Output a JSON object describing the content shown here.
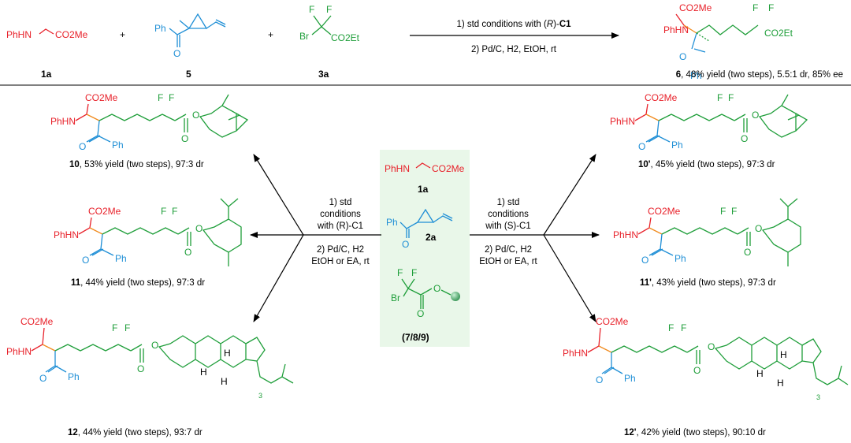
{
  "colors": {
    "red": "#e8212a",
    "blue": "#1f8fd6",
    "green": "#1f9e3a",
    "orange": "#f08a1c",
    "panel": "#e9f7e9",
    "ball": "#4caf6e"
  },
  "top": {
    "labels": {
      "phhn": "PhHN",
      "co2me": "CO2Me",
      "ph": "Ph",
      "o": "O",
      "br": "Br",
      "f": "F",
      "co2et": "CO2Et",
      "plus1": "+",
      "plus2": "+"
    },
    "reagents": [
      {
        "id": "1a"
      },
      {
        "id": "5"
      },
      {
        "id": "3a"
      }
    ],
    "cond1_pre": "1) std conditions with (",
    "cond1_r": "R",
    "cond1_mid": ")-",
    "cond1_cat": "C1",
    "cond2": "2) Pd/C, H2, EtOH, rt",
    "product_id": "6",
    "product_text": ", 48% yield (two steps), 5.5:1 dr, 85% ee"
  },
  "center": {
    "sm1": {
      "id": "1a"
    },
    "sm2": {
      "id": "2a"
    },
    "sm3": {
      "id": "(7/8/9)"
    },
    "left_cond": [
      "1) std",
      "conditions",
      "with (R)-C1",
      "2) Pd/C, H2",
      "EtOH or EA, rt"
    ],
    "right_cond": [
      "1) std",
      "conditions",
      "with (S)-C1",
      "2) Pd/C, H2",
      "EtOH or EA, rt"
    ]
  },
  "products": [
    {
      "id": "10",
      "text": ", 53% yield (two steps), 97:3 dr"
    },
    {
      "id": "11",
      "text": ", 44% yield (two steps), 97:3 dr"
    },
    {
      "id": "12",
      "text": ", 44% yield (two steps), 93:7 dr"
    },
    {
      "id": "10'",
      "text": ", 45% yield (two steps), 97:3 dr"
    },
    {
      "id": "11'",
      "text": ", 43% yield (two steps), 97:3 dr"
    },
    {
      "id": "12'",
      "text": ", 42% yield (two steps), 90:10 dr"
    }
  ],
  "steroid_labels": {
    "h": "H",
    "sub3": "3"
  }
}
